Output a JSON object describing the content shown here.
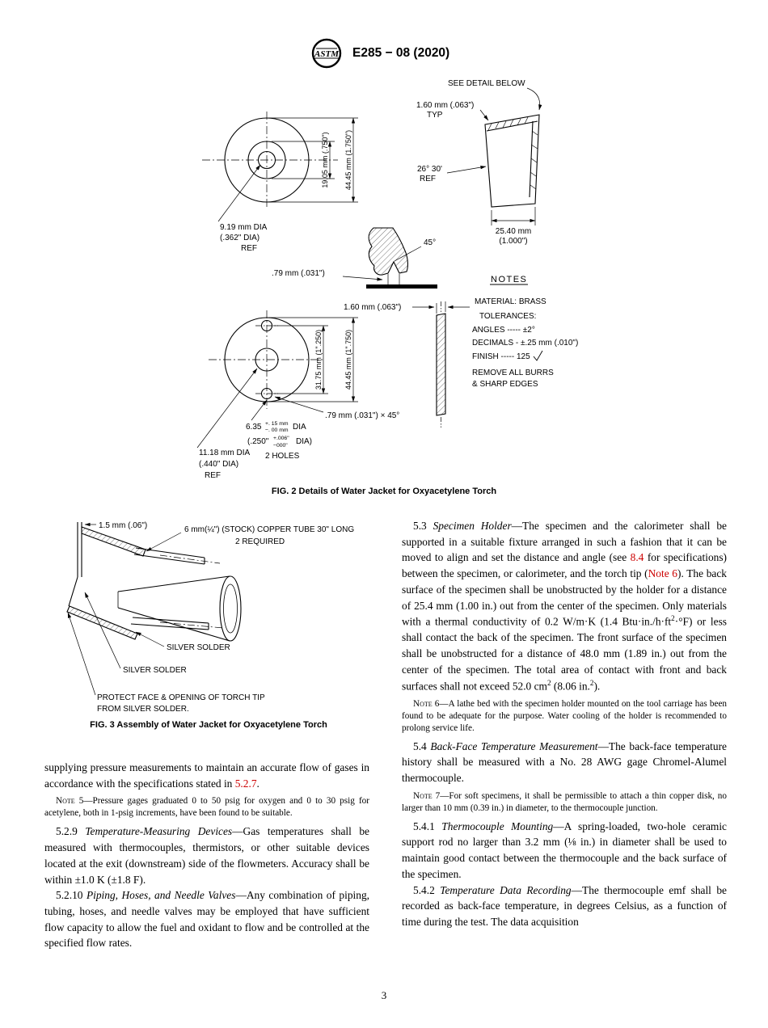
{
  "header": {
    "logo_text": "ASTM",
    "doc_code": "E285 − 08 (2020)"
  },
  "fig2": {
    "see_detail": "SEE DETAIL BELOW",
    "dim_160_typ_l1": "1.60 mm (.063\")",
    "dim_160_typ_l2": "TYP",
    "angle_2630_l1": "26° 30'",
    "angle_2630_l2": "REF",
    "dim_1905": "19.05 mm (.750\")",
    "dim_4445_top": "44.45 mm (1.750\")",
    "dia_919_l1": "9.19 mm DIA",
    "dia_919_l2": "(.362\" DIA)",
    "dia_919_l3": "REF",
    "dim_2540_l1": "25.40 mm",
    "dim_2540_l2": "(1.000\")",
    "angle_45": "45°",
    "dim_079": ".79 mm (.031\")",
    "dim_160": "1.60 mm (.063\")",
    "notes_title": "NOTES",
    "note_material": "MATERIAL: BRASS",
    "note_tolerances": "TOLERANCES:",
    "note_angles": "ANGLES ----- ±2°",
    "note_decimals": "DECIMALS - ±.25 mm (.010\")",
    "note_finish": "FINISH ----- 125",
    "note_burrs_l1": "REMOVE ALL BURRS",
    "note_burrs_l2": "& SHARP EDGES",
    "dim_3175": "31.75 mm (1\".250)",
    "dim_4445_bot": "44.45 mm (1\".750)",
    "dim_079x45": ".79 mm (.031\") × 45°",
    "dia_635_base": "6.35",
    "dia_635_tol_plus": "+. 15 mm",
    "dia_635_tol_minus": "−. 00 mm",
    "dia_635_suffix": "DIA",
    "dia_250_base": "(.250\"",
    "dia_250_tol_plus": "+.006\"",
    "dia_250_tol_minus": "−000\"",
    "dia_250_suffix": "DIA)",
    "two_holes": "2 HOLES",
    "dia_1118_l1": "11.18 mm DIA",
    "dia_1118_l2": "(.440\" DIA)",
    "dia_1118_l3": "REF",
    "caption": "FIG. 2 Details of Water Jacket for Oxyacetylene Torch"
  },
  "fig3": {
    "dim_15": "1.5 mm (.06\")",
    "tube_label_l1": "6 mm(¼\") (STOCK) COPPER TUBE 30\" LONG",
    "tube_label_l2": "2 REQUIRED",
    "silver_solder_1": "SILVER SOLDER",
    "silver_solder_2": "SILVER SOLDER",
    "protect_l1": "PROTECT FACE & OPENING OF TORCH TIP",
    "protect_l2": "FROM SILVER SOLDER.",
    "caption": "FIG. 3 Assembly of Water Jacket for Oxyacetylene Torch"
  },
  "left_col": {
    "p1_text1": "supplying pressure measurements to maintain an accurate flow of gases in accordance with the specifications stated in ",
    "p1_link": "5.2.7",
    "p1_text2": ".",
    "note5_label": "Note 5",
    "note5_text": "—Pressure gages graduated 0 to 50 psig for oxygen and 0 to 30 psig for acetylene, both in 1-psig increments, have been found to be suitable.",
    "s529_num": "5.2.9 ",
    "s529_title": "Temperature-Measuring Devices",
    "s529_text": "—Gas temperatures shall be measured with thermocouples, thermistors, or other suitable devices located at the exit (downstream) side of the flowmeters. Accuracy shall be within ±1.0 K (±1.8 F).",
    "s5210_num": "5.2.10 ",
    "s5210_title": "Piping, Hoses, and Needle Valves",
    "s5210_text": "—Any combination of piping, tubing, hoses, and needle valves may be employed that have sufficient flow capacity to allow the fuel and oxidant to flow and be controlled at the specified flow rates."
  },
  "right_col": {
    "s53_num": "5.3 ",
    "s53_title": "Specimen Holder",
    "s53_text1": "—The specimen and the calorimeter shall be supported in a suitable fixture arranged in such a fashion that it can be moved to align and set the distance and angle (see ",
    "s53_link1": "8.4",
    "s53_text2": " for specifications) between the specimen, or calorimeter, and the torch tip (",
    "s53_link2": "Note 6",
    "s53_text3": "). The back surface of the specimen shall be unobstructed by the holder for a distance of 25.4 mm (1.00 in.) out from the center of the specimen. Only materials with a thermal conductivity of 0.2 W/m·K (1.4 Btu·in./h·ft",
    "s53_sup1": "2",
    "s53_text4": "·°F) or less shall contact the back of the specimen. The front surface of the specimen shall be unobstructed for a distance of 48.0 mm (1.89 in.) out from the center of the specimen. The total area of contact with front and back surfaces shall not exceed 52.0 cm",
    "s53_sup2": "2",
    "s53_text5": " (8.06 in.",
    "s53_sup3": "2",
    "s53_text6": ").",
    "note6_label": "Note 6",
    "note6_text": "—A lathe bed with the specimen holder mounted on the tool carriage has been found to be adequate for the purpose. Water cooling of the holder is recommended to prolong service life.",
    "s54_num": "5.4 ",
    "s54_title": "Back-Face Temperature Measurement",
    "s54_text": "—The back-face temperature history shall be measured with a No. 28 AWG gage Chromel-Alumel thermocouple.",
    "note7_label": "Note 7",
    "note7_text": "—For soft specimens, it shall be permissible to attach a thin copper disk, no larger than 10 mm (0.39 in.) in diameter, to the thermocouple junction.",
    "s541_num": "5.4.1 ",
    "s541_title": "Thermocouple Mounting",
    "s541_text": "—A spring-loaded, two-hole ceramic support rod no larger than 3.2 mm (⅛ in.) in diameter shall be used to maintain good contact between the thermocouple and the back surface of the specimen.",
    "s542_num": "5.4.2 ",
    "s542_title": "Temperature Data Recording",
    "s542_text": "—The thermocouple emf shall be recorded as back-face temperature, in degrees Celsius, as a function of time during the test. The data acquisition"
  },
  "footer": {
    "page_number": "3"
  },
  "colors": {
    "link": "#cc0000",
    "text": "#000000",
    "background": "#ffffff"
  }
}
